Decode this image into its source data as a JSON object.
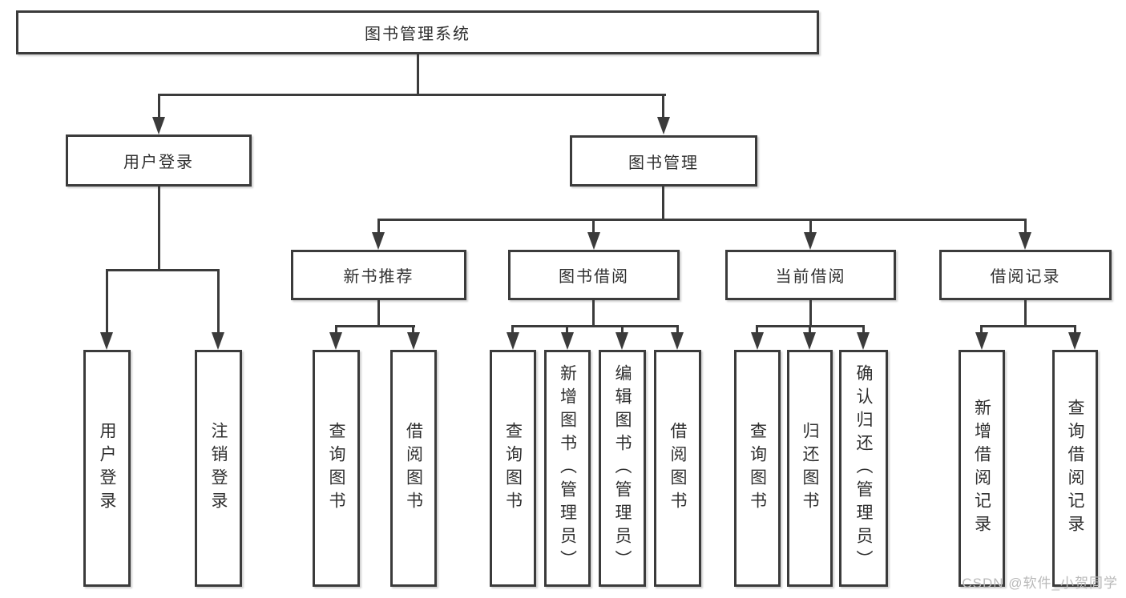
{
  "tree": {
    "root_label": "图书管理系统",
    "branches": [
      {
        "label": "用户登录",
        "leaves": [
          "用户登录",
          "注销登录"
        ]
      },
      {
        "label": "图书管理",
        "groups": [
          {
            "label": "新书推荐",
            "leaves": [
              "查询图书",
              "借阅图书"
            ]
          },
          {
            "label": "图书借阅",
            "leaves": [
              "查询图书",
              "新增图书（管理员）",
              "编辑图书（管理员）",
              "借阅图书"
            ]
          },
          {
            "label": "当前借阅",
            "leaves": [
              "查询图书",
              "归还图书",
              "确认归还（管理员）"
            ]
          },
          {
            "label": "借阅记录",
            "leaves": [
              "新增借阅记录",
              "查询借阅记录"
            ]
          }
        ]
      }
    ]
  },
  "watermark": {
    "text": "CSDN @软件_小贺同学"
  },
  "colors": {
    "line": "#3b3b3b",
    "text": "#2f2f2f",
    "watermark": "#b9b9b9",
    "background": "#ffffff"
  }
}
